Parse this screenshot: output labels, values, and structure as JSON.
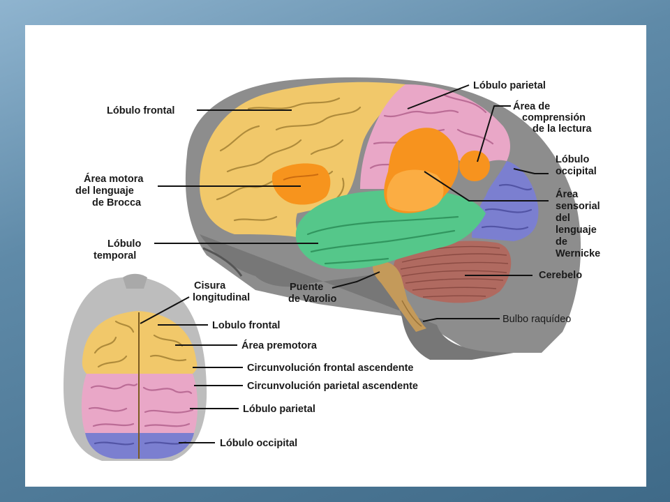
{
  "colors": {
    "frontal": "#f1c86a",
    "parietal": "#e9a7c7",
    "occipital": "#7b7fd0",
    "temporal": "#55c78a",
    "broca": "#f7941d",
    "wernicke": "#f7931e",
    "cerebellum": "#b06a60",
    "head": "#9a9a9a"
  },
  "lateral_view": {
    "labels": {
      "lobulo_parietal": "Lóbulo parietal",
      "area_comprension_1": "Área de",
      "area_comprension_2": "comprensión",
      "area_comprension_3": "de la lectura",
      "lobulo_frontal": "Lóbulo frontal",
      "lobulo_occipital_1": "Lóbulo",
      "lobulo_occipital_2": "occipital",
      "broca_1": "Área motora",
      "broca_2": "del lenguaje",
      "broca_3": "de Brocca",
      "wernicke_1": "Área",
      "wernicke_2": "sensorial",
      "wernicke_3": "del",
      "wernicke_4": "lenguaje",
      "wernicke_5": "de",
      "wernicke_6": "Wernicke",
      "temporal_1": "Lóbulo",
      "temporal_2": "temporal",
      "cerebelo": "Cerebelo",
      "puente_1": "Puente",
      "puente_2": "de Varolio",
      "bulbo": "Bulbo raquídeo"
    }
  },
  "top_view": {
    "labels": {
      "cisura_1": "Cisura",
      "cisura_2": "longitudinal",
      "lobulo_frontal": "Lobulo frontal",
      "premotora": "Área premotora",
      "circ_frontal": "Circunvolución frontal ascendente",
      "circ_parietal": "Circunvolución parietal ascendente",
      "lobulo_parietal": "Lóbulo parietal",
      "lobulo_occipital": "Lóbulo occipital"
    }
  }
}
